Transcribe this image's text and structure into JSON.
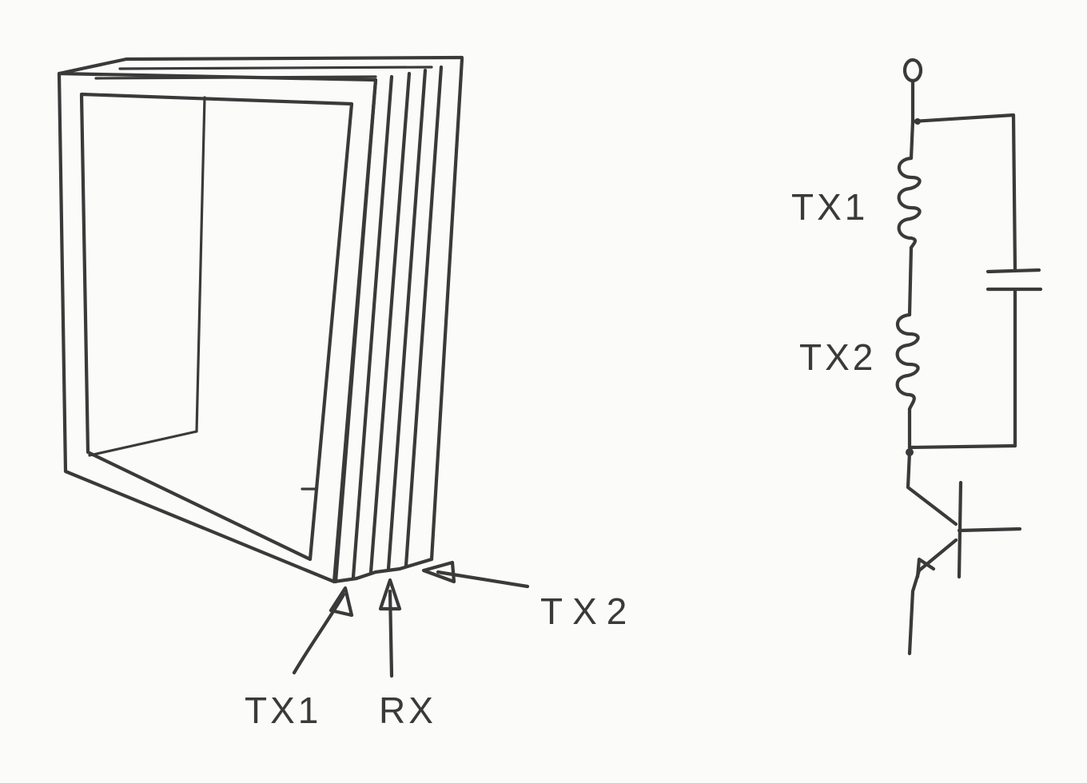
{
  "coil_sketch": {
    "labels": {
      "tx1": "TX1",
      "rx": "RX",
      "tx2": "TX2"
    }
  },
  "schematic": {
    "labels": {
      "tx1": "TX1",
      "tx2": "TX2"
    }
  },
  "colors": {
    "ink": "#3a3a3a",
    "paper": "#fbfbfa"
  }
}
